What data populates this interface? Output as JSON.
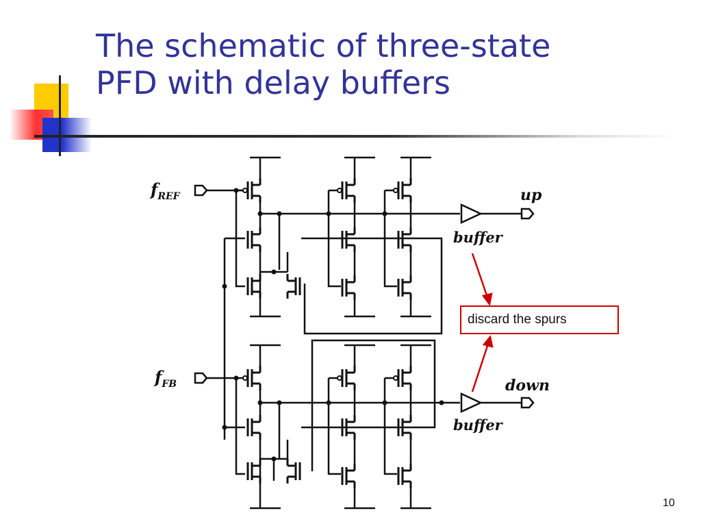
{
  "slide": {
    "title_line1": "The schematic of three-state",
    "title_line2": "PFD with delay buffers",
    "page_number": "10"
  },
  "schematic": {
    "input_ref_main": "f",
    "input_ref_sub": "REF",
    "input_fb_main": "f",
    "input_fb_sub": "FB",
    "output_up": "up",
    "output_down": "down",
    "buffer_top_label": "buffer",
    "buffer_bottom_label": "buffer"
  },
  "callout": {
    "text": "discard the spurs",
    "border_color": "#cc0000"
  },
  "colors": {
    "title": "#333399",
    "accent_yellow": "#ffcc00",
    "accent_red": "#ff3030",
    "accent_blue": "#2233cc",
    "arrow": "#cc0000"
  }
}
